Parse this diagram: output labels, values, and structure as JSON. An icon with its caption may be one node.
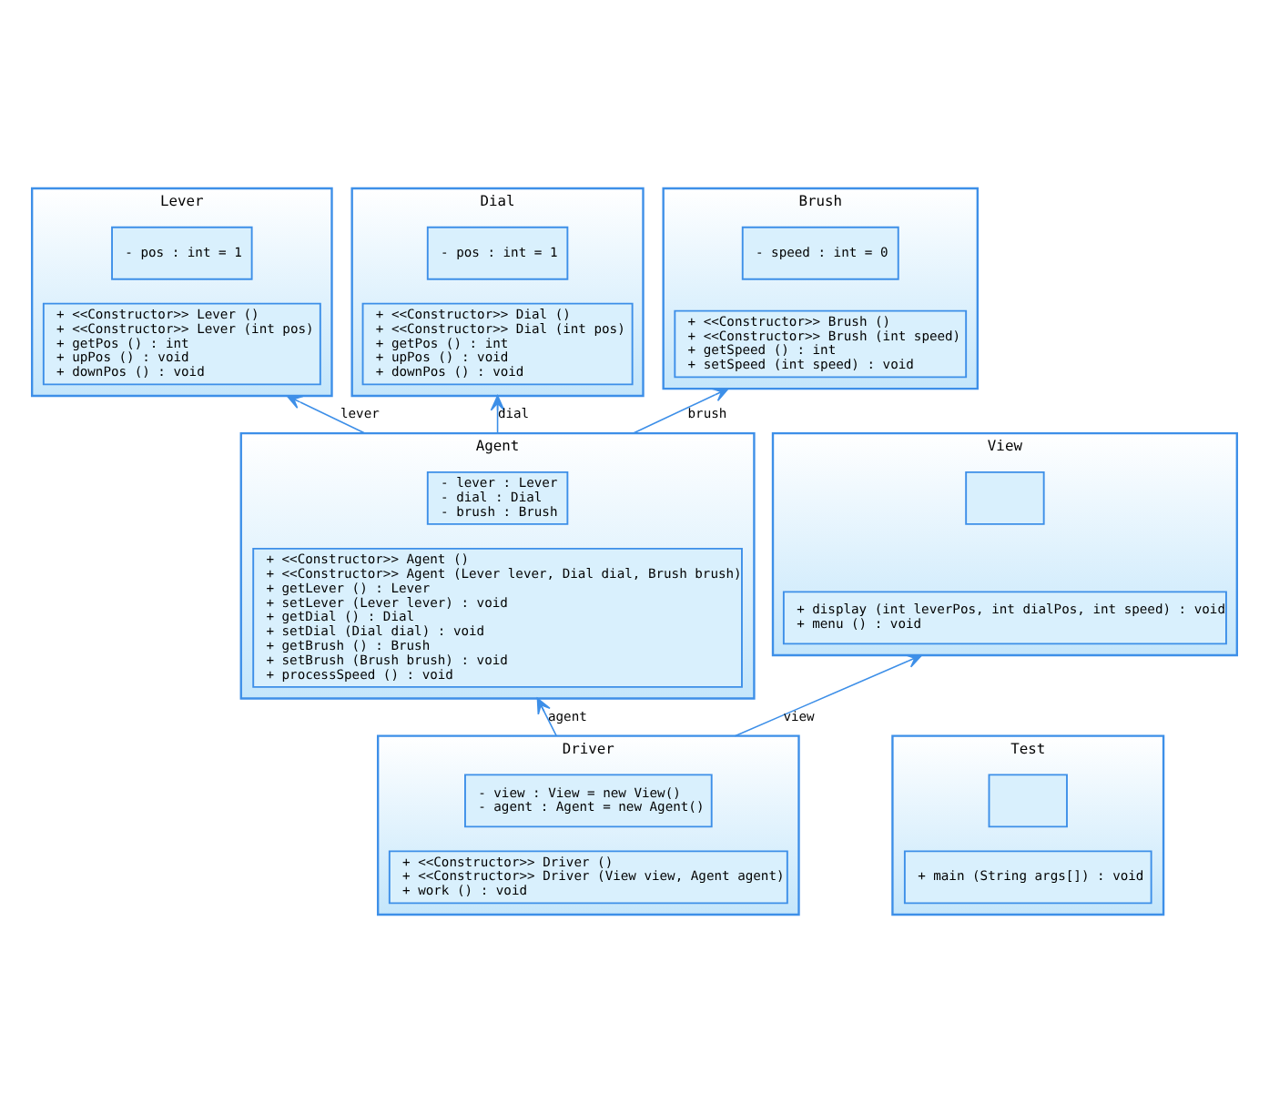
{
  "diagram": {
    "nodes": [
      {
        "text": [
          "Lever"
        ]
      },
      {
        "text": [
          "- pos : int = 1"
        ],
        "in": 0
      },
      {
        "text": [
          "+ <<Constructor>> Lever ()",
          "+ <<Constructor>> Lever (int pos)",
          "+ getPos () : int",
          "+ upPos () : void",
          "+ downPos () : void"
        ],
        "in": 0
      },
      {
        "text": [
          "Dial"
        ]
      },
      {
        "text": [
          "- pos : int = 1"
        ],
        "in": 3
      },
      {
        "text": [
          "+ <<Constructor>> Dial ()",
          "+ <<Constructor>> Dial (int pos)",
          "+ getPos () : int",
          "+ upPos () : void",
          "+ downPos () : void"
        ],
        "in": 3
      },
      {
        "text": [
          "Agent"
        ]
      },
      {
        "text": [
          "- lever : Lever",
          "- dial : Dial",
          "- brush : Brush"
        ],
        "in": 6
      },
      {
        "text": [
          "+ <<Constructor>> Agent ()",
          "+ <<Constructor>> Agent (Lever lever, Dial dial, Brush brush)",
          "+ getLever () : Lever",
          "+ setLever (Lever lever) : void",
          "+ getDial () : Dial",
          "+ setDial (Dial dial) : void",
          "+ getBrush () : Brush",
          "+ setBrush (Brush brush) : void",
          "+ processSpeed () : void"
        ],
        "in": 6
      },
      {
        "text": [
          "Driver"
        ]
      },
      {
        "text": [
          "- view : View = new View()",
          "- agent : Agent = new Agent()"
        ],
        "in": 9
      },
      {
        "text": [
          "+ <<Constructor>> Driver ()",
          "+ <<Constructor>> Driver (View view, Agent agent)",
          "+ work () : void"
        ],
        "in": 9
      },
      {
        "text": [
          "View"
        ]
      },
      {
        "text": [],
        "shape": "box",
        "in": 12
      },
      {
        "text": [
          "+ display (int leverPos, int dialPos, int speed) : void",
          "+ menu () : void"
        ],
        "in": 12
      },
      {
        "text": [
          "Brush"
        ]
      },
      {
        "text": [
          "- speed : int = 0"
        ],
        "in": 15
      },
      {
        "text": [
          "+ <<Constructor>> Brush ()",
          "+ <<Constructor>> Brush (int speed)",
          "+ getSpeed () : int",
          "+ setSpeed (int speed) : void"
        ],
        "in": 15
      },
      {
        "text": [
          "Test"
        ]
      },
      {
        "text": [],
        "shape": "box",
        "in": 18
      },
      {
        "text": [
          "+ main (String args[]) : void"
        ],
        "in": 18
      }
    ],
    "edges": [
      {
        "from": 6,
        "to": 0,
        "arrow": "to",
        "label": "lever"
      },
      {
        "from": 6,
        "to": 3,
        "arrow": "to",
        "label": "dial"
      },
      {
        "from": 9,
        "to": 6,
        "arrow": "to",
        "label": "agent"
      },
      {
        "from": 9,
        "to": 12,
        "arrow": "to",
        "label": "view"
      },
      {
        "from": 6,
        "to": 15,
        "arrow": "to",
        "label": "brush"
      }
    ]
  }
}
